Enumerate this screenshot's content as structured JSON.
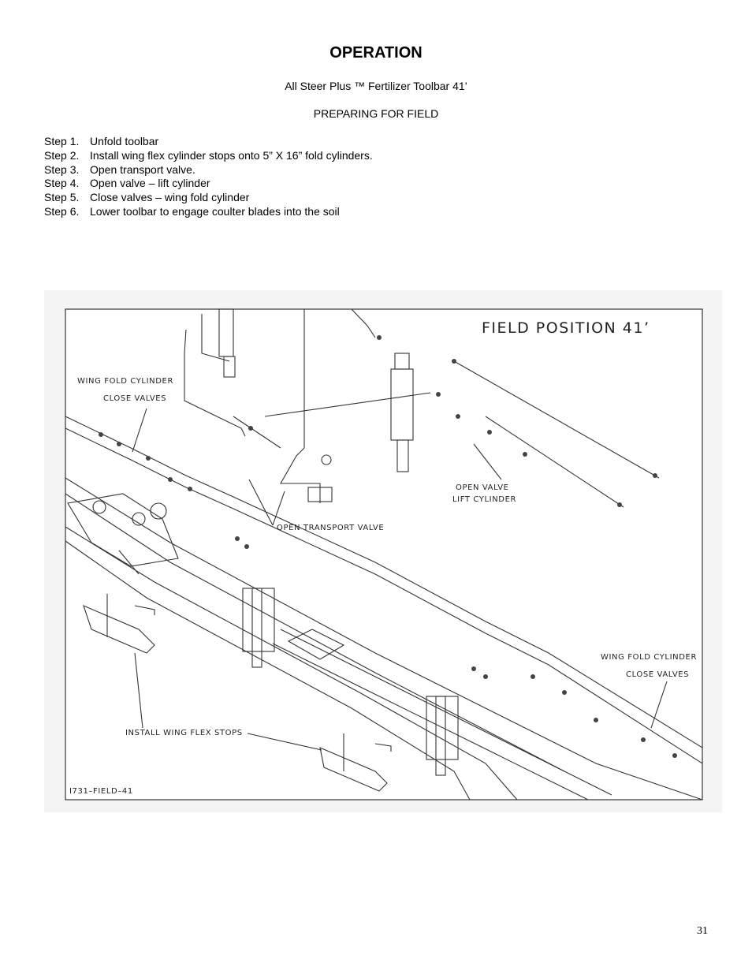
{
  "document": {
    "title": "OPERATION",
    "subtitle": "All Steer Plus ™ Fertilizer Toolbar 41’",
    "section": "PREPARING FOR FIELD",
    "steps": [
      {
        "num": "Step 1.",
        "text": "Unfold toolbar"
      },
      {
        "num": "Step 2.",
        "text": "Install wing flex cylinder stops onto 5” X 16” fold cylinders."
      },
      {
        "num": "Step 3.",
        "text": "Open transport valve."
      },
      {
        "num": "Step 4.",
        "text": "Open valve – lift cylinder"
      },
      {
        "num": "Step 5.",
        "text": "Close valves – wing fold cylinder"
      },
      {
        "num": "Step 6.",
        "text": "Lower toolbar to engage coulter blades into the soil"
      }
    ],
    "page_number": "31"
  },
  "figure": {
    "heading": "FIELD POSITION 41’",
    "labels": {
      "wing_fold_top_1": "WING FOLD CYLINDER",
      "wing_fold_top_2": "CLOSE VALVES",
      "open_valve_1": "OPEN VALVE",
      "open_valve_2": "LIFT CYLINDER",
      "open_transport": "OPEN TRANSPORT VALVE",
      "wing_fold_right_1": "WING FOLD CYLINDER",
      "wing_fold_right_2": "CLOSE VALVES",
      "install_stops": "INSTALL WING FLEX STOPS",
      "drawing_id": "I731–FIELD–41"
    }
  }
}
